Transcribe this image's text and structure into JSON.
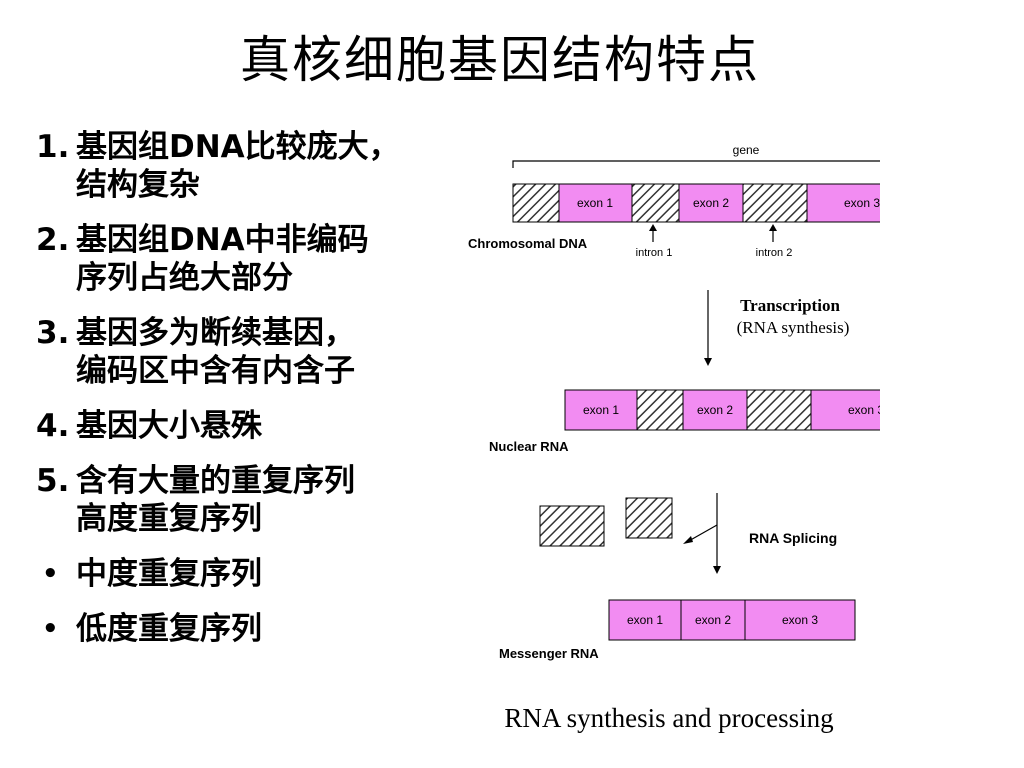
{
  "slide": {
    "title": "真核细胞基因结构特点",
    "bullets": [
      {
        "marker": "1.",
        "lines": [
          "基因组DNA比较庞大，",
          "结构复杂"
        ]
      },
      {
        "marker": "2.",
        "lines": [
          "基因组DNA中非编码",
          "序列占绝大部分"
        ]
      },
      {
        "marker": "3.",
        "lines": [
          "基因多为断续基因，",
          "编码区中含有内含子"
        ]
      },
      {
        "marker": "4.",
        "lines": [
          "基因大小悬殊"
        ]
      },
      {
        "marker": "5.",
        "lines": [
          "含有大量的重复序列",
          "高度重复序列"
        ]
      },
      {
        "marker": "•",
        "lines": [
          "中度重复序列"
        ]
      },
      {
        "marker": "•",
        "lines": [
          "低度重复序列"
        ]
      }
    ]
  },
  "diagram": {
    "gene_label": "gene",
    "chromosomal_label": "Chromosomal DNA",
    "exon1": "exon 1",
    "exon2": "exon 2",
    "exon3": "exon 3",
    "intron1": "intron 1",
    "intron2": "intron 2",
    "transcription_line1": "Transcription",
    "transcription_line2": "(RNA synthesis)",
    "nuclear_label": "Nuclear RNA",
    "splicing_label": "RNA Splicing",
    "messenger_label": "Messenger RNA",
    "caption": "RNA synthesis and processing",
    "exon_color": "#f28cf2"
  }
}
